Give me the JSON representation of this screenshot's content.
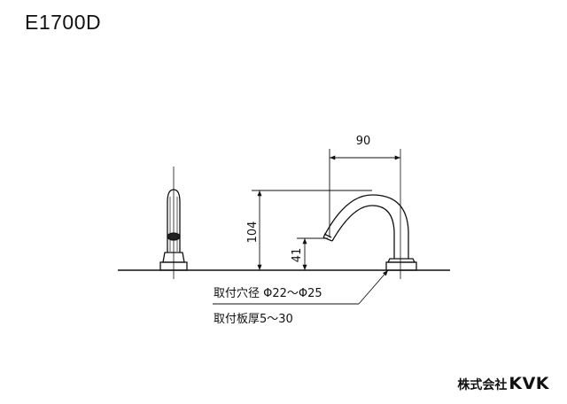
{
  "title": "E1700D",
  "dimensions": {
    "width": "90",
    "height": "104",
    "spout_height": "41"
  },
  "notes": {
    "hole_diameter": "取付穴径 Φ22～Φ25",
    "plate_thickness": "取付板厚5～30"
  },
  "brand": {
    "company": "株式会社",
    "logo": "KVK"
  }
}
